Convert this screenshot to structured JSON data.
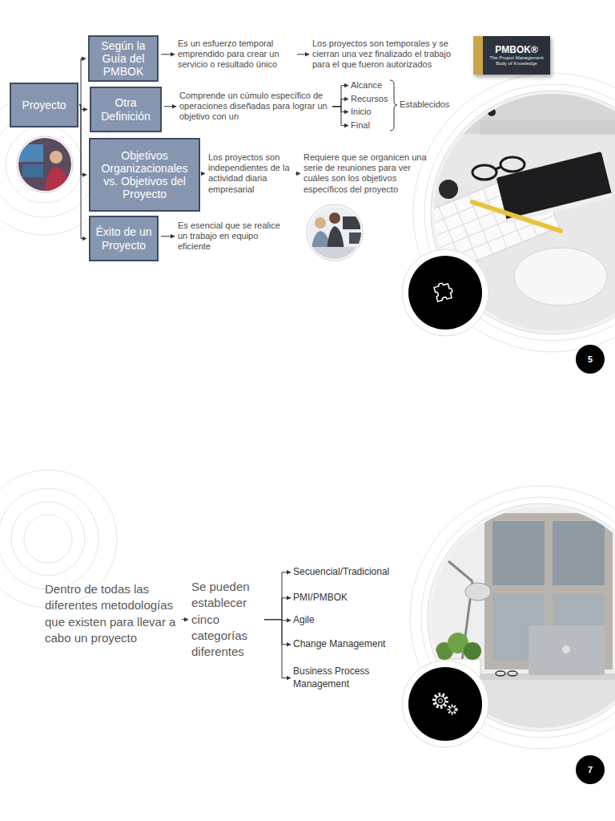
{
  "diagram": {
    "nodes": [
      {
        "text": [
          "Proyecto"
        ]
      },
      {
        "text": [
          "Según la Guía del PMBOK"
        ]
      },
      {
        "text": [
          "Es un esfuerzo temporal emprendido para crear un servicio o resultado único"
        ]
      },
      {
        "text": [
          "Los proyectos son temporales y se cierran una vez finalizado el trabajo para el que fueron autorizados"
        ]
      },
      {
        "text": [
          "PMBOK®",
          "The Project Management Body of Knowledge"
        ]
      },
      {
        "text": [
          "Otra Definición"
        ]
      },
      {
        "text": [
          "Comprende un cúmulo específico de operaciones diseñadas para lograr un objetivo con un"
        ]
      },
      {
        "text": [
          "Alcance"
        ]
      },
      {
        "text": [
          "Recursos"
        ]
      },
      {
        "text": [
          "Inicio"
        ]
      },
      {
        "text": [
          "Final"
        ]
      },
      {
        "text": [
          "Establecidos"
        ]
      },
      {
        "text": [
          "Objetivos Organizacionales vs. Objetivos del Proyecto"
        ]
      },
      {
        "text": [
          "Los proyectos son independientes de la actividad diaria empresarial"
        ]
      },
      {
        "text": [
          "Requiere que se organicen una serie de reuniones para ver cuáles son los objetivos específicos del proyecto"
        ]
      },
      {
        "text": [
          "Éxito de un Proyecto"
        ]
      },
      {
        "text": [
          "Es esencial que se realice un trabajo en equipo eficiente"
        ]
      },
      {
        "text": [
          "Dentro de todas las diferentes metodologías que existen para llevar a cabo un proyecto"
        ]
      },
      {
        "text": [
          "Se pueden establecer cinco categorías diferentes"
        ]
      },
      {
        "text": [
          "Secuencial/Tradicional"
        ]
      },
      {
        "text": [
          "PMI/PMBOK"
        ]
      },
      {
        "text": [
          "Agile"
        ]
      },
      {
        "text": [
          "Change Management"
        ]
      },
      {
        "text": [
          "Business Process Management"
        ]
      }
    ],
    "edges": [
      {
        "from": 0,
        "to": 1,
        "arrow": "to"
      },
      {
        "from": 0,
        "to": 5,
        "arrow": "to"
      },
      {
        "from": 0,
        "to": 12,
        "arrow": "to"
      },
      {
        "from": 0,
        "to": 15,
        "arrow": "to"
      },
      {
        "from": 1,
        "to": 2,
        "arrow": "to"
      },
      {
        "from": 2,
        "to": 3,
        "arrow": "to"
      },
      {
        "from": 5,
        "to": 6,
        "arrow": "to"
      },
      {
        "from": 6,
        "to": 7,
        "arrow": "to"
      },
      {
        "from": 6,
        "to": 8,
        "arrow": "to"
      },
      {
        "from": 6,
        "to": 9,
        "arrow": "to"
      },
      {
        "from": 6,
        "to": 10,
        "arrow": "to"
      },
      {
        "from": 12,
        "to": 13,
        "arrow": "to"
      },
      {
        "from": 13,
        "to": 14,
        "arrow": "to"
      },
      {
        "from": 15,
        "to": 16,
        "arrow": "to"
      },
      {
        "from": 17,
        "to": 18,
        "arrow": "to"
      },
      {
        "from": 18,
        "to": 19,
        "arrow": "to"
      },
      {
        "from": 18,
        "to": 20,
        "arrow": "to"
      },
      {
        "from": 18,
        "to": 21,
        "arrow": "to"
      },
      {
        "from": 18,
        "to": 22,
        "arrow": "to"
      },
      {
        "from": 18,
        "to": 23,
        "arrow": "to"
      }
    ],
    "labels": [
      "5",
      "7"
    ]
  }
}
